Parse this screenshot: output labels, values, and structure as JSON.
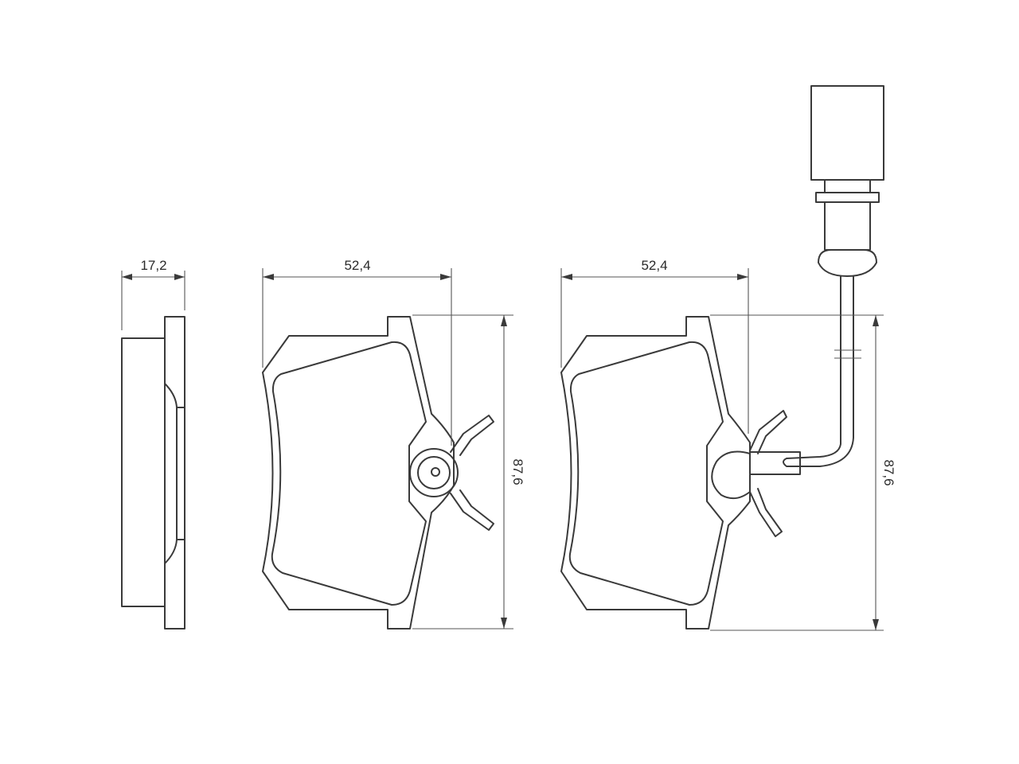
{
  "dimensions": {
    "thickness": "17,2",
    "pad_width_left": "52,4",
    "pad_width_right": "52,4",
    "pad_height_left": "87,6",
    "pad_height_right": "87,6"
  }
}
